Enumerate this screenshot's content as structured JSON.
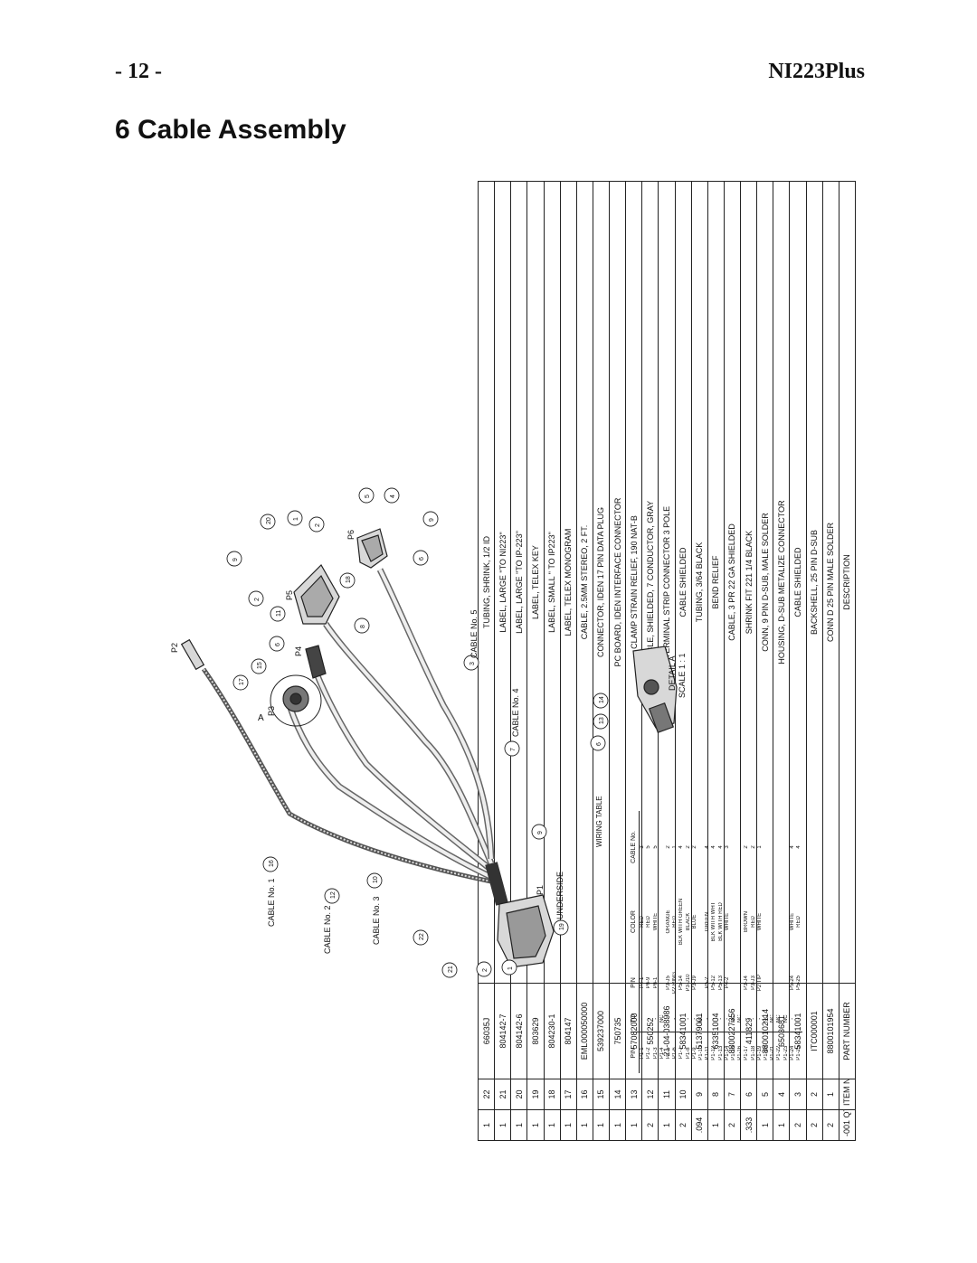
{
  "header": {
    "page_number": "- 12 -",
    "document": "NI223Plus"
  },
  "section_title": "6  Cable Assembly",
  "bom": {
    "headers": [
      "-001 QTY.",
      "ITEM No.",
      "PART NUMBER",
      "DESCRIPTION"
    ],
    "rows": [
      [
        "1",
        "22",
        "66035J",
        "TUBING, SHRINK, 1/2 ID"
      ],
      [
        "1",
        "21",
        "804142-7",
        "LABEL, LARGE \"TO NI223\""
      ],
      [
        "1",
        "20",
        "804142-6",
        "LABEL, LARGE \"TO IP-223\""
      ],
      [
        "1",
        "19",
        "803629",
        "LABEL, TELEX KEY"
      ],
      [
        "1",
        "18",
        "804230-1",
        "LABEL, SMALL \" TO IP223\""
      ],
      [
        "1",
        "17",
        "804147",
        "LABEL, TELEX MONOGRAM"
      ],
      [
        "1",
        "16",
        "EML000050000",
        "CABLE, 2.5MM STEREO, 2 FT."
      ],
      [
        "1",
        "15",
        "539237000",
        "CONNECTOR, IDEN 17 PIN DATA PLUG"
      ],
      [
        "1",
        "14",
        "750735",
        "PC BOARD, IDEN INTERFACE CONNECTOR"
      ],
      [
        "1",
        "13",
        "57082000",
        "CLAMP STRAIN RELIEF, 190 NAT-B"
      ],
      [
        "2",
        "12",
        "550252",
        "CABLE, SHIELDED, 7 CONDUCTOR, GRAY"
      ],
      [
        "1",
        "11",
        "21-04-038986",
        "TERMINAL STRIP CONNECTOR 3 POLE"
      ],
      [
        "2",
        "10",
        "58341001",
        "CABLE SHIELDED"
      ],
      [
        ".094",
        "9",
        "51379001",
        "TUBING, 3/64 BLACK"
      ],
      [
        "1",
        "8",
        "63351004",
        "BEND RELIEF"
      ],
      [
        "2",
        "7",
        "8800227356",
        "CABLE, 3 PR 22 GA SHIELDED"
      ],
      [
        ".333",
        "6",
        "411829",
        "SHRINK FIT 221 1/4 BLACK"
      ],
      [
        "1",
        "5",
        "8800102114",
        "CONN, 9 PIN D-SUB, MALE SOLDER"
      ],
      [
        "1",
        "4",
        "6503681",
        "HOUSING, D-SUB METALIZE CONNECTOR"
      ],
      [
        "2",
        "3",
        "58341001",
        "CABLE SHIELDED"
      ],
      [
        "2",
        "2",
        "ITC000001",
        "BACKSHELL, 25 PIN D-SUB"
      ],
      [
        "2",
        "1",
        "8800101954",
        "CONN D 25 PIN MALE SOLDER"
      ]
    ]
  },
  "wiring_table": {
    "title": "WIRING TABLE",
    "headers": [
      "PIN",
      "TO",
      "PIN",
      "COLOR",
      "CABLE No."
    ],
    "rows": [
      [
        "P1-1",
        "-",
        "P4-1",
        "RED",
        "3"
      ],
      [
        "P1-2",
        "-",
        "P6-9",
        "RED",
        "5"
      ],
      [
        "P1-3",
        "-",
        "P6-1",
        "WHITE",
        "5"
      ],
      [
        "P1-4",
        "NC",
        "",
        "",
        ""
      ],
      [
        "P1-5",
        "-",
        "P3-J5",
        "ORANGE",
        "2"
      ],
      [
        "P1-6",
        "-",
        "P2 RING",
        "RED",
        "1"
      ],
      [
        "P1-7",
        "-",
        "P5-14",
        "BLK WITH GREEN",
        "4"
      ],
      [
        "P1-8",
        "-",
        "P3-J10",
        "BLACK",
        "2"
      ],
      [
        "P1-9",
        "-",
        "P3-J9",
        "BLUE",
        "2"
      ],
      [
        "P1-10",
        "NC",
        "",
        "",
        ""
      ],
      [
        "P1-11",
        "-",
        "P5-2",
        "GREEN",
        "4"
      ],
      [
        "P1-12",
        "-",
        "P5-12",
        "BLK WITH WHT",
        "4"
      ],
      [
        "P1-13",
        "-",
        "P5-13",
        "BLK WITH RED",
        "4"
      ],
      [
        "P1-14",
        "-",
        "P4-2",
        "WHITE",
        "3"
      ],
      [
        "P1-15",
        "NC",
        "",
        "",
        ""
      ],
      [
        "P1-16",
        "NC",
        "",
        "",
        ""
      ],
      [
        "P1-17",
        "-",
        "P3-J4",
        "BROWN",
        "2"
      ],
      [
        "P1-18",
        "-",
        "P3-J3",
        "RED",
        "2"
      ],
      [
        "P1-19",
        "-",
        "P2 TIP",
        "WHITE",
        "1"
      ],
      [
        "P1-20",
        "NC",
        "",
        "",
        ""
      ],
      [
        "P1-21",
        "NC",
        "",
        "",
        ""
      ],
      [
        "P1-22",
        "NC",
        "",
        "",
        ""
      ],
      [
        "P1-23",
        "NC",
        "",
        "",
        ""
      ],
      [
        "P1-24",
        "-",
        "P5-24",
        "WHITE",
        "4"
      ],
      [
        "P1-25",
        "-",
        "P5-25",
        "RED",
        "4"
      ]
    ]
  },
  "diagram": {
    "connectors": [
      "P1",
      "P2",
      "P3",
      "P4",
      "P5",
      "P6"
    ],
    "cable_labels": [
      "CABLE No. 1",
      "CABLE No. 2",
      "CABLE No. 3",
      "CABLE No. 4",
      "CABLE No. 5"
    ],
    "underside": "UNDERSIDE",
    "detail_title": "DETAIL A",
    "detail_scale": "SCALE 1 : 1",
    "detail_marker": "A",
    "balloons": [
      "1",
      "2",
      "3",
      "4",
      "5",
      "6",
      "7",
      "8",
      "9",
      "10",
      "11",
      "12",
      "13",
      "14",
      "15",
      "16",
      "17",
      "18",
      "19",
      "20",
      "21",
      "22"
    ]
  }
}
